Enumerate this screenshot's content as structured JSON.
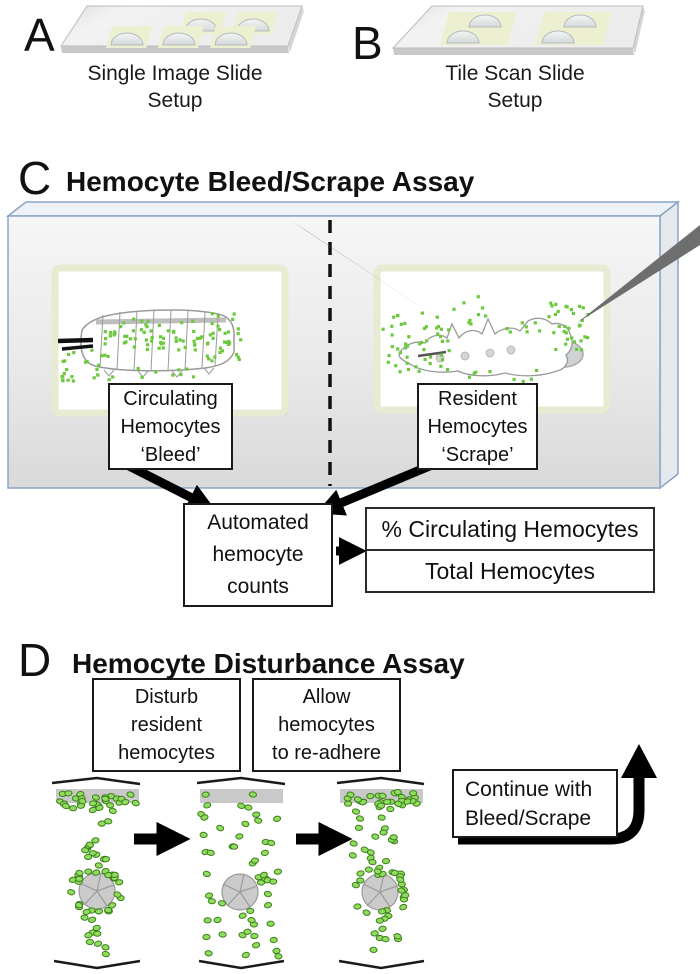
{
  "panel_a": {
    "letter": "A",
    "caption_line1": "Single Image Slide",
    "caption_line2": "Setup"
  },
  "panel_b": {
    "letter": "B",
    "caption_line1": "Tile Scan Slide",
    "caption_line2": "Setup"
  },
  "panel_c": {
    "letter": "C",
    "title": "Hemocyte Bleed/Scrape Assay",
    "bleed_box": {
      "line1": "Circulating",
      "line2": "Hemocytes",
      "line3": "‘Bleed’"
    },
    "scrape_box": {
      "line1": "Resident",
      "line2": "Hemocytes",
      "line3": "‘Scrape’"
    },
    "counts_box": {
      "line1": "Automated",
      "line2": "hemocyte",
      "line3": "counts"
    },
    "result_numerator": "% Circulating Hemocytes",
    "result_denominator": "Total Hemocytes"
  },
  "panel_d": {
    "letter": "D",
    "title": "Hemocyte Disturbance Assay",
    "disturb_box": {
      "line1": "Disturb",
      "line2": "resident",
      "line3": "hemocytes"
    },
    "allow_box": {
      "line1": "Allow",
      "line2": "hemocytes",
      "line3": "to re-adhere"
    },
    "continue_box": {
      "line1": "Continue with",
      "line2": "Bleed/Scrape"
    }
  },
  "colors": {
    "hemocyte_fill": "#8fdd5c",
    "hemocyte_stroke": "#3f7d1f",
    "hemocyte_dot": "#6cc93e",
    "slide_blue_border": "#8aa5c8",
    "pad_cream": "#edf0d0",
    "tool_gray": "#6e6e6e"
  }
}
